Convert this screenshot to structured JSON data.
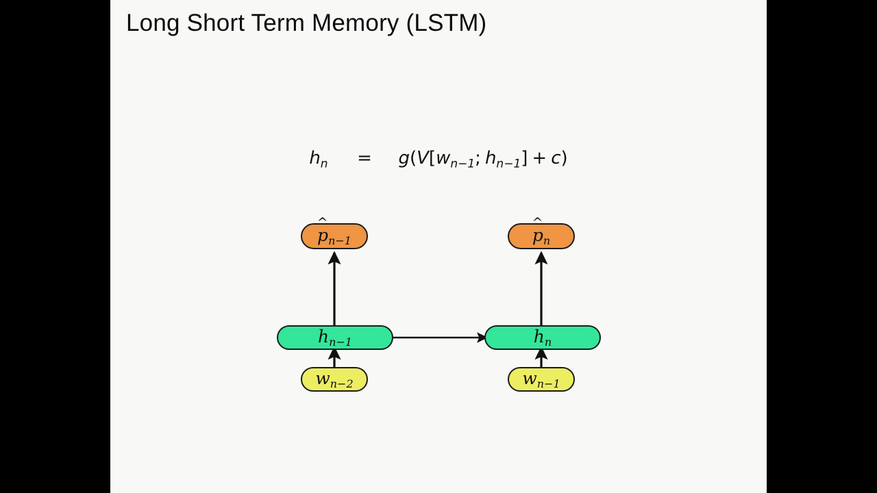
{
  "slide": {
    "title": "Long Short Term Memory (LSTM)",
    "background_color": "#f8f8f6",
    "letterbox_color": "#000000"
  },
  "equation": {
    "lhs_var": "h",
    "lhs_sub": "n",
    "relation": "=",
    "rhs_plain": "g(V[w",
    "text": "h_n  =  g(V[w_{n-1}; h_{n-1}] + c)",
    "tokens": {
      "h": "h",
      "n": "n",
      "eq": "=",
      "g": "g",
      "open_paren": "(",
      "V": "V",
      "open_bracket": "[",
      "w": "w",
      "n_minus_1": "n−1",
      "semicolon": ";",
      "close_bracket": "]",
      "plus": "+",
      "c": "c",
      "close_paren": ")"
    }
  },
  "diagram": {
    "type": "rnn-unrolled",
    "colors": {
      "output_node": "#ef9543",
      "hidden_node": "#33e69a",
      "input_node": "#eded62",
      "node_border": "#1b1b1b",
      "arrow": "#111111"
    },
    "nodes": [
      {
        "id": "p-prev",
        "role": "output",
        "var": "p",
        "hat": true,
        "sub": "n−1",
        "color": "#ef9543"
      },
      {
        "id": "p-cur",
        "role": "output",
        "var": "p",
        "hat": true,
        "sub": "n",
        "color": "#ef9543"
      },
      {
        "id": "h-prev",
        "role": "hidden",
        "var": "h",
        "hat": false,
        "sub": "n−1",
        "color": "#33e69a"
      },
      {
        "id": "h-cur",
        "role": "hidden",
        "var": "h",
        "hat": false,
        "sub": "n",
        "color": "#33e69a"
      },
      {
        "id": "w-prev",
        "role": "input",
        "var": "w",
        "hat": false,
        "sub": "n−2",
        "color": "#eded62"
      },
      {
        "id": "w-cur",
        "role": "input",
        "var": "w",
        "hat": false,
        "sub": "n−1",
        "color": "#eded62"
      }
    ],
    "edges": [
      {
        "from": "h-prev",
        "to": "p-prev",
        "direction": "up"
      },
      {
        "from": "h-cur",
        "to": "p-cur",
        "direction": "up"
      },
      {
        "from": "w-prev",
        "to": "h-prev",
        "direction": "up"
      },
      {
        "from": "w-cur",
        "to": "h-cur",
        "direction": "up"
      },
      {
        "from": "h-prev",
        "to": "h-cur",
        "direction": "right"
      }
    ]
  }
}
